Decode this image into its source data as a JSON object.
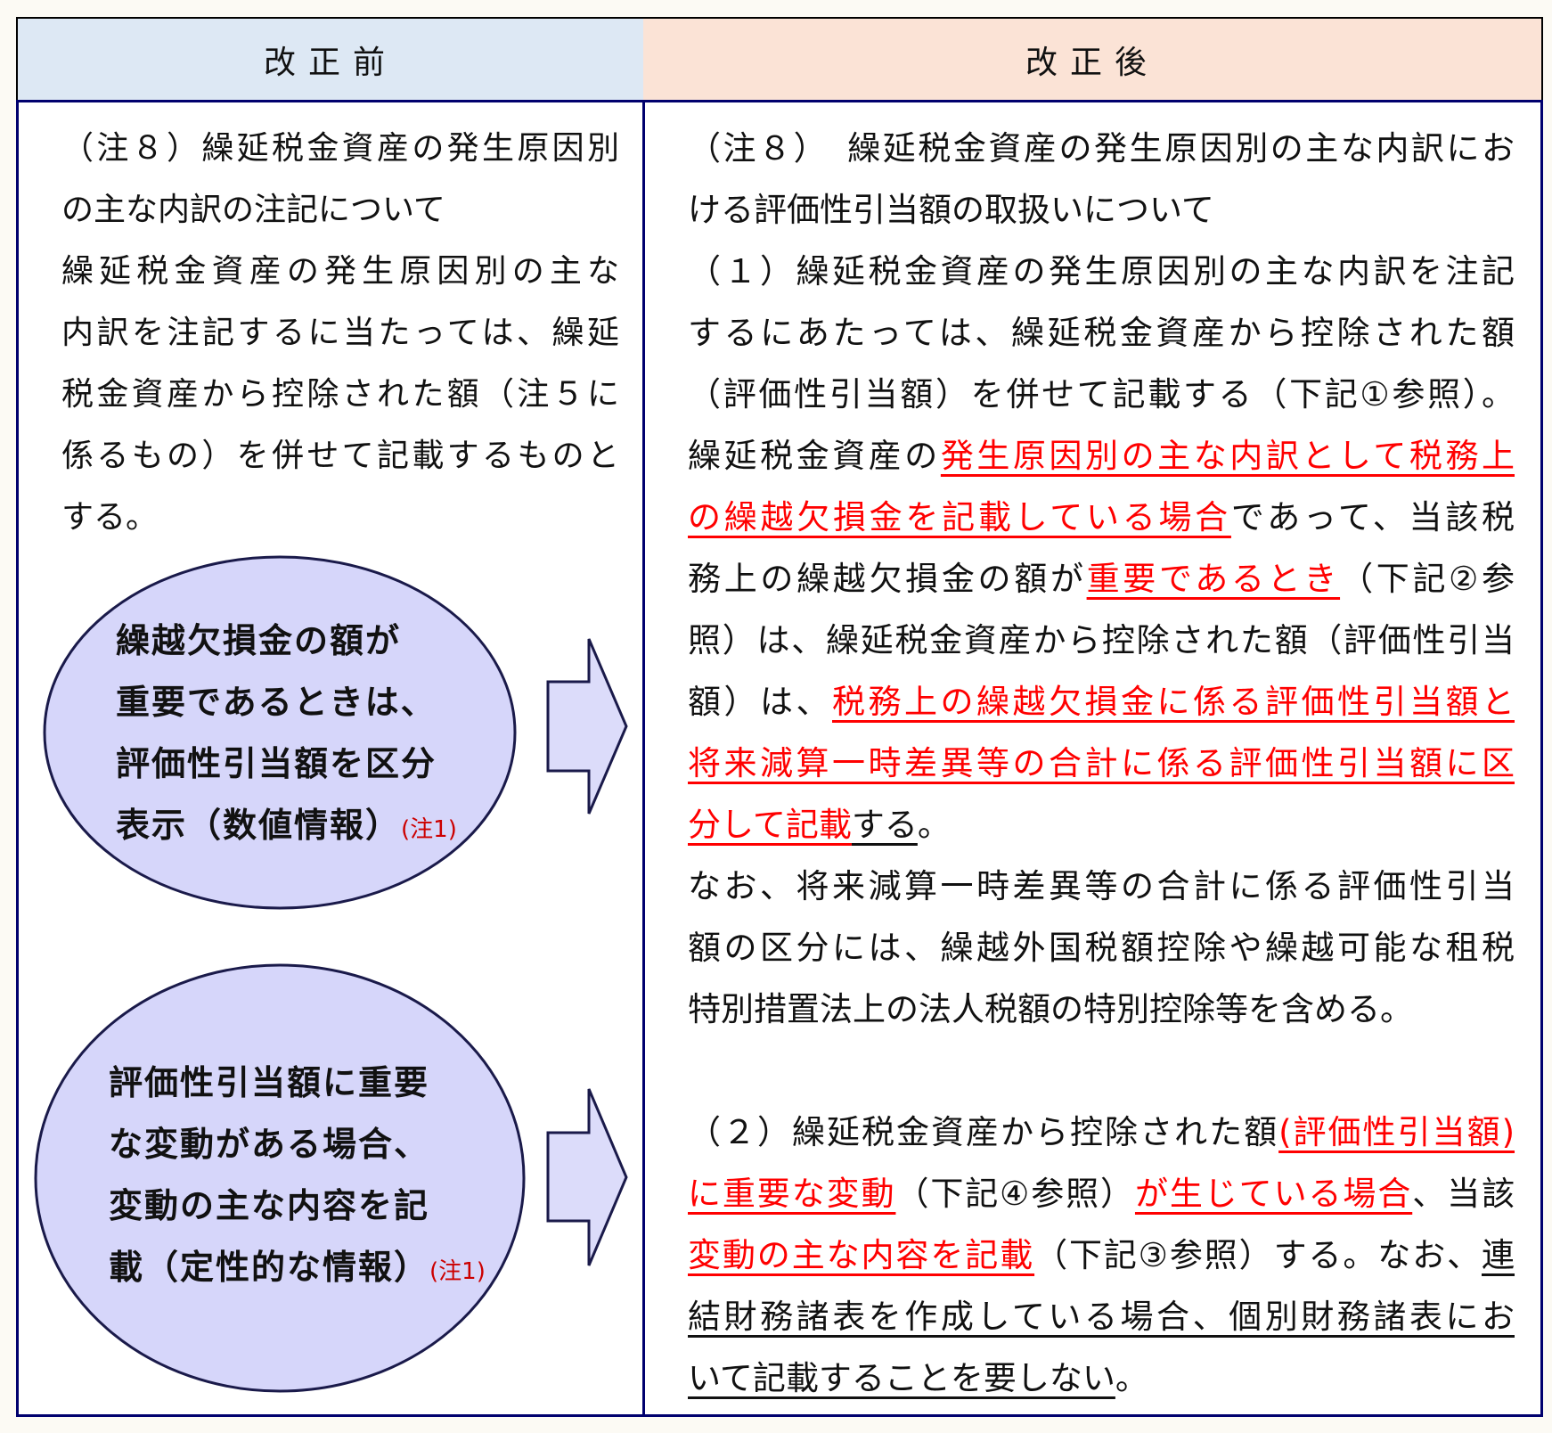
{
  "header": {
    "before": "改正前",
    "after": "改正後"
  },
  "colors": {
    "header_before_bg": "#dde8f4",
    "header_after_bg": "#fbe3d6",
    "ellipse_fill": "#d6d6fa",
    "accent_red": "#ff0000",
    "border_navy": "#00006e"
  },
  "left_lines": [
    [
      {
        "t": "（注８）繰延税金資産の発生原因別"
      }
    ],
    [
      {
        "t": "の主な内訳の注記について"
      }
    ],
    [
      {
        "t": "繰延税金資産の発生原因別の主な"
      }
    ],
    [
      {
        "t": "内訳を注記するに当たっては、繰延"
      }
    ],
    [
      {
        "t": "税金資産から控除された額（注５に"
      }
    ],
    [
      {
        "t": "係るもの）を併せて記載するものと"
      }
    ],
    [
      {
        "t": "する。"
      }
    ]
  ],
  "ellipse1": {
    "lines": [
      "繰越欠損金の額が",
      "重要であるときは、",
      "評価性引当額を区分",
      "表示（数値情報）"
    ],
    "note": "(注1)"
  },
  "ellipse2": {
    "lines": [
      "評価性引当額に重要",
      "な変動がある場合、",
      "変動の主な内容を記",
      "載（定性的な情報）"
    ],
    "note": "(注1)"
  },
  "right_lines": [
    [
      {
        "t": "（注８）　繰延税金資産の発生原因別の主な内訳にお"
      }
    ],
    [
      {
        "t": "ける評価性引当額の取扱いについて"
      }
    ],
    [
      {
        "t": "（１）繰延税金資産の発生原因別の主な内訳を注記"
      }
    ],
    [
      {
        "t": "するにあたっては、繰延税金資産から控除された額"
      }
    ],
    [
      {
        "t": "（評価性引当額）を併せて記載する（下記①参照）。"
      }
    ],
    [
      {
        "t": "繰延税金資産の"
      },
      {
        "t": "発生原因別の主な内訳として税務上",
        "s": "red"
      }
    ],
    [
      {
        "t": "の繰越欠損金を記載している場合",
        "s": "red"
      },
      {
        "t": "であって、当該税"
      }
    ],
    [
      {
        "t": "務上の繰越欠損金の額が"
      },
      {
        "t": "重要であるとき",
        "s": "red"
      },
      {
        "t": "（下記②参"
      }
    ],
    [
      {
        "t": "照）は、繰延税金資産から控除された額（評価性引当"
      }
    ],
    [
      {
        "t": "額）は、"
      },
      {
        "t": "税務上の繰越欠損金に係る評価性引当額と",
        "s": "red"
      }
    ],
    [
      {
        "t": "将来減算一時差異等の合計に係る評価性引当額に区",
        "s": "red"
      }
    ],
    [
      {
        "t": "分して記載",
        "s": "red"
      },
      {
        "t": "する",
        "s": "ul"
      },
      {
        "t": "。"
      }
    ],
    [
      {
        "t": "なお、将来減算一時差異等の合計に係る評価性引当"
      }
    ],
    [
      {
        "t": "額の区分には、繰越外国税額控除や繰越可能な租税"
      }
    ],
    [
      {
        "t": "特別措置法上の法人税額の特別控除等を含める。"
      }
    ],
    [],
    [
      {
        "t": "（２）繰延税金資産から控除された額"
      },
      {
        "t": "(評価性引当額)",
        "s": "red"
      }
    ],
    [
      {
        "t": "に重要な変動",
        "s": "red"
      },
      {
        "t": "（下記④参照）"
      },
      {
        "t": "が生じている場合",
        "s": "red"
      },
      {
        "t": "、当該"
      }
    ],
    [
      {
        "t": "変動の主な内容を記載",
        "s": "red"
      },
      {
        "t": "（下記③参照）する。なお、"
      },
      {
        "t": "連",
        "s": "ul"
      }
    ],
    [
      {
        "t": "結財務諸表を作成している場合、個別財務諸表にお",
        "s": "ul"
      }
    ],
    [
      {
        "t": "いて記載することを要しない",
        "s": "ul"
      },
      {
        "t": "。"
      }
    ]
  ]
}
